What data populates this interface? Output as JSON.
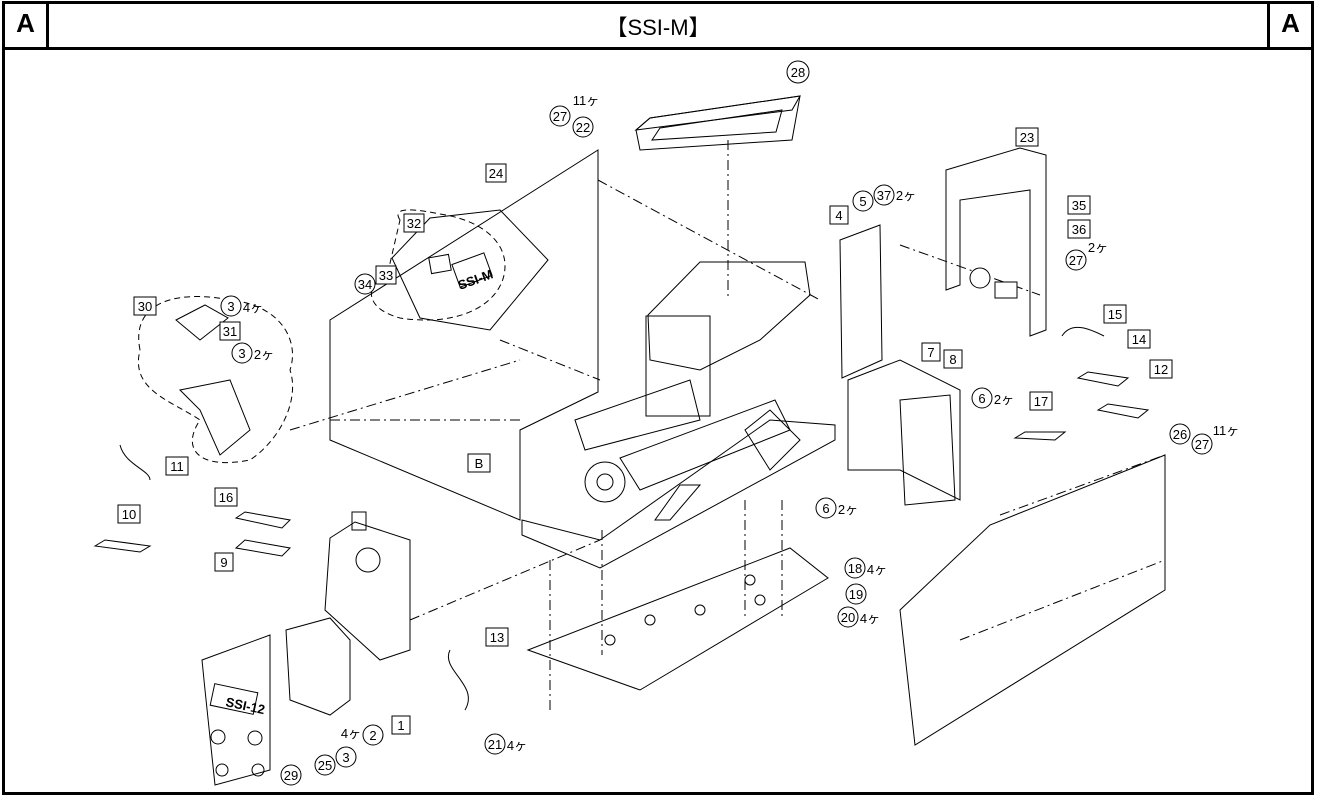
{
  "header": {
    "corner_left": "A",
    "corner_right": "A",
    "title": "【SSI-M】"
  },
  "callouts": {
    "c1": "1",
    "c2": "2",
    "c3a": "3",
    "c3b": "3",
    "c3c": "3",
    "c4": "4",
    "c5": "5",
    "c6a": "6",
    "c6b": "6",
    "c7": "7",
    "c8": "8",
    "c9": "9",
    "c10": "10",
    "c11": "11",
    "c12": "12",
    "c13": "13",
    "c14": "14",
    "c15": "15",
    "c16": "16",
    "c17": "17",
    "c18": "18",
    "c19": "19",
    "c20": "20",
    "c21": "21",
    "c22": "22",
    "c23": "23",
    "c24": "24",
    "c25": "25",
    "c26": "26",
    "c27a": "27",
    "c27b": "27",
    "c27c": "27",
    "c28": "28",
    "c29": "29",
    "c30": "30",
    "c31": "31",
    "c32": "32",
    "c33": "33",
    "c34": "34",
    "c35": "35",
    "c36": "36",
    "c37": "37",
    "cB": "B"
  },
  "quantities": {
    "q4": "4ヶ",
    "q2": "2ヶ",
    "q11": "11ヶ"
  },
  "plate_label": "SSI-12",
  "device_label": "SSI-M"
}
